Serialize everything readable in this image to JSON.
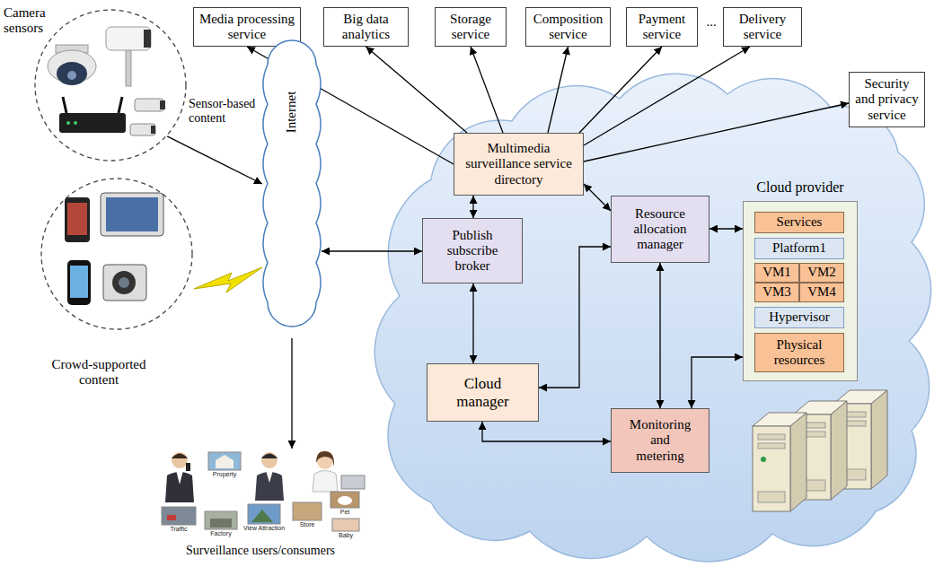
{
  "diagram": {
    "nodes": [
      {
        "text": [
          "Camera sensors"
        ]
      },
      {
        "text": [
          "Media processing service"
        ]
      },
      {
        "text": [
          "Big data analytics"
        ]
      },
      {
        "text": [
          "Storage service"
        ]
      },
      {
        "text": [
          "Composition service"
        ]
      },
      {
        "text": [
          "Payment service"
        ]
      },
      {
        "text": [
          "Delivery service"
        ]
      },
      {
        "text": [
          "Security and privacy service"
        ]
      },
      {
        "text": [
          "Internet"
        ]
      },
      {
        "text": [
          "Crowd-supported content"
        ]
      },
      {
        "text": [
          "Multimedia surveillance service directory"
        ]
      },
      {
        "text": [
          "Publish subscribe broker"
        ]
      },
      {
        "text": [
          "Resource allocation manager"
        ]
      },
      {
        "text": [
          "Cloud provider"
        ]
      },
      {
        "text": [
          "Services"
        ],
        "in": 13
      },
      {
        "text": [
          "Platform1"
        ],
        "in": 13
      },
      {
        "text": [
          "VM1"
        ],
        "in": 13
      },
      {
        "text": [
          "VM2"
        ],
        "in": 13
      },
      {
        "text": [
          "VM3"
        ],
        "in": 13
      },
      {
        "text": [
          "VM4"
        ],
        "in": 13
      },
      {
        "text": [
          "Hypervisor"
        ],
        "in": 13
      },
      {
        "text": [
          "Physical resources"
        ],
        "in": 13
      },
      {
        "text": [
          "Cloud manager"
        ]
      },
      {
        "text": [
          "Monitoring and metering"
        ]
      },
      {
        "text": [
          "Surveillance users/consumers"
        ]
      }
    ],
    "edges": [
      {
        "from": 0,
        "to": 8,
        "label": "Sensor-based content",
        "arrow": "to"
      },
      {
        "from": 8,
        "to": 24,
        "arrow": "to"
      },
      {
        "from": 8,
        "to": 11,
        "arrow": "both"
      },
      {
        "from": 10,
        "to": 1,
        "arrow": "to"
      },
      {
        "from": 10,
        "to": 2,
        "arrow": "to"
      },
      {
        "from": 10,
        "to": 3,
        "arrow": "to"
      },
      {
        "from": 10,
        "to": 4,
        "arrow": "to"
      },
      {
        "from": 10,
        "to": 5,
        "arrow": "to"
      },
      {
        "from": 10,
        "to": 6,
        "arrow": "to"
      },
      {
        "from": 10,
        "to": 7,
        "arrow": "to"
      },
      {
        "from": 10,
        "to": 11,
        "arrow": "both"
      },
      {
        "from": 10,
        "to": 12,
        "arrow": "both"
      },
      {
        "from": 11,
        "to": 22,
        "arrow": "both"
      },
      {
        "from": 22,
        "to": 12,
        "arrow": "both"
      },
      {
        "from": 12,
        "to": 13,
        "arrow": "both"
      },
      {
        "from": 12,
        "to": 23,
        "arrow": "both"
      },
      {
        "from": 22,
        "to": 23,
        "arrow": "both"
      },
      {
        "from": 23,
        "to": 13,
        "arrow": "both"
      }
    ],
    "labels": [
      "...",
      "Property",
      "Traffic",
      "Factory",
      "View Attraction",
      "Store",
      "Pet",
      "Baby"
    ]
  }
}
